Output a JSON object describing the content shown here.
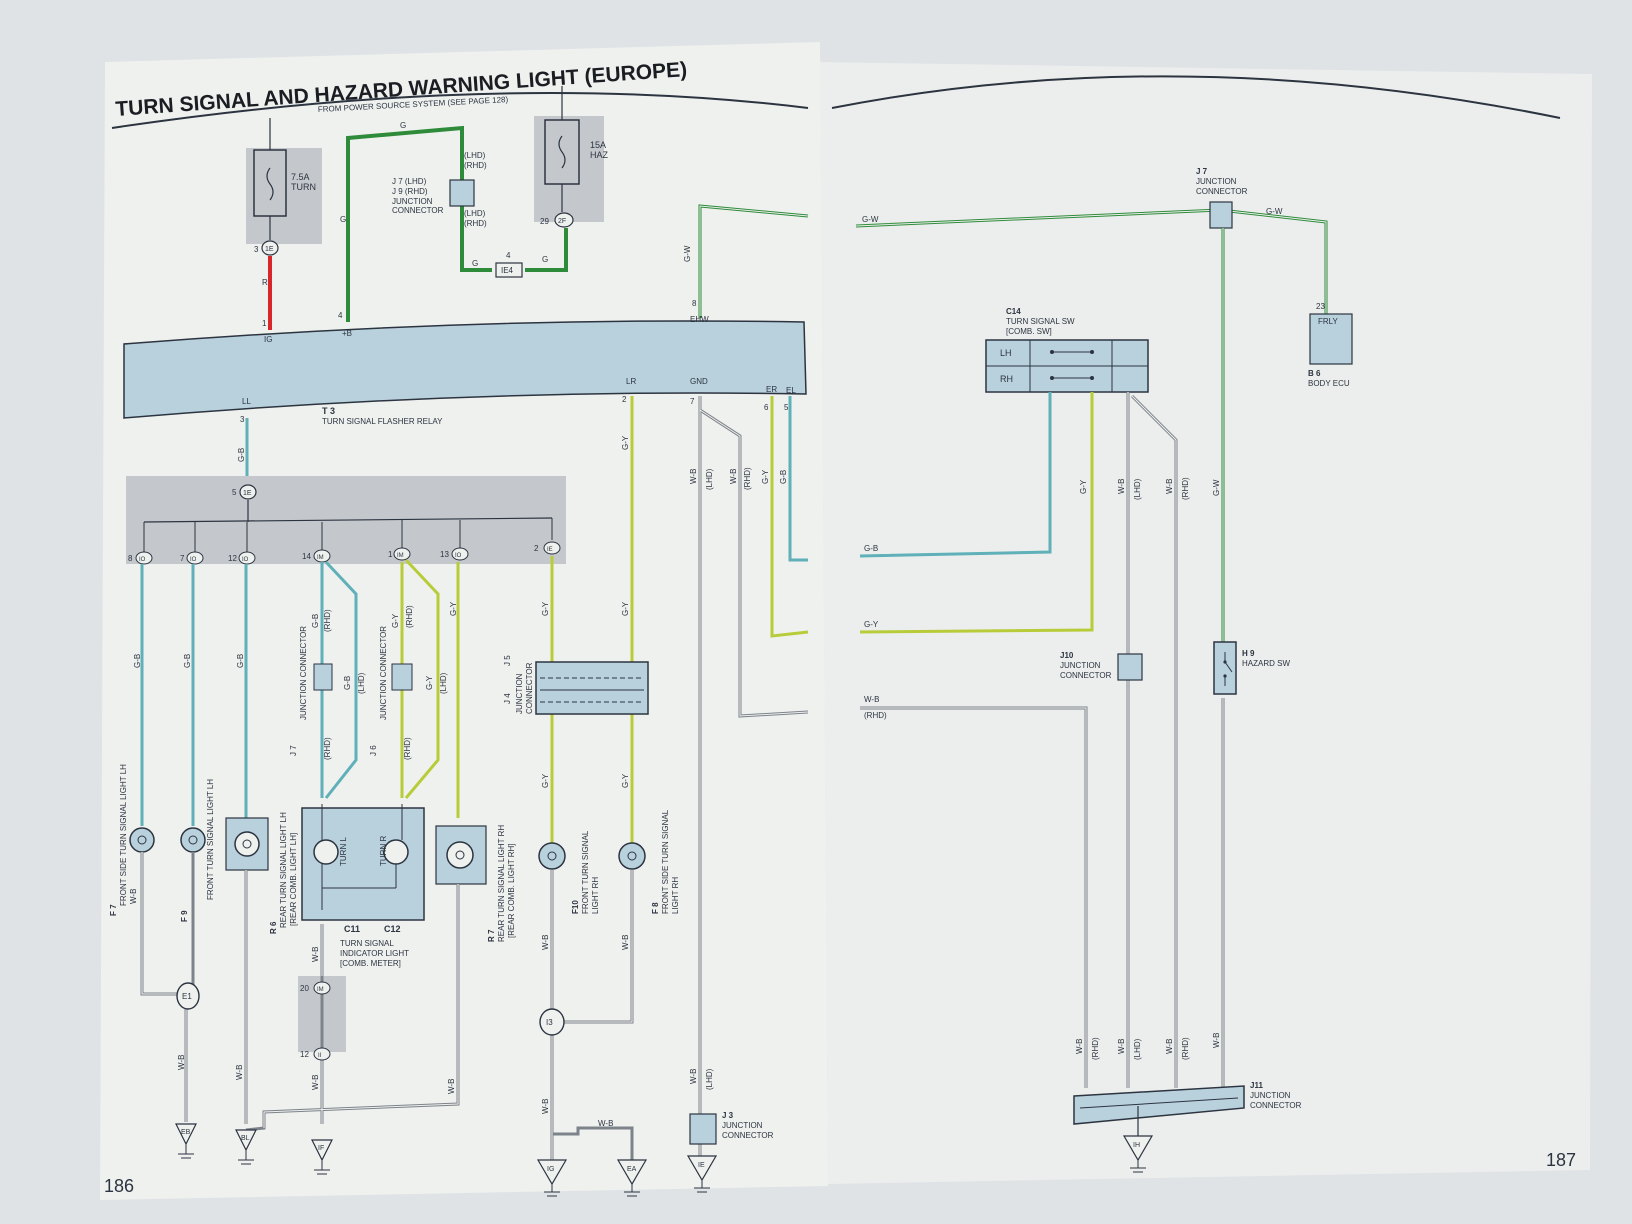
{
  "title": "TURN SIGNAL AND HAZARD WARNING LIGHT (EUROPE)",
  "subtitle": "FROM POWER SOURCE SYSTEM (SEE PAGE 128)",
  "page_left": "186",
  "page_right": "187",
  "colors": {
    "green": "#2e8b3a",
    "green_yellow": "#b8cc3a",
    "green_blue": "#5fb0b8",
    "red": "#d8262a",
    "component_fill": "#b9d1dd",
    "shade": "#c4c8cc"
  },
  "fuses": {
    "turn": {
      "name": "7.5A",
      "sub": "TURN",
      "pin": "3",
      "conn": "1E"
    },
    "haz": {
      "name": "15A",
      "sub": "HAZ",
      "pin": "29",
      "conn": "2F"
    }
  },
  "relay": {
    "code": "T 3",
    "name": "TURN SIGNAL FLASHER RELAY",
    "terminals": [
      "IG",
      "+B",
      "EHW",
      "LL",
      "LR",
      "GND",
      "ER",
      "EL"
    ],
    "pins": [
      "1",
      "4",
      "8",
      "3",
      "2",
      "7",
      "6",
      "5"
    ]
  },
  "junction_j7j9": {
    "line1": "J 7 (LHD)",
    "line2": "J 9 (RHD)",
    "line3": "JUNCTION",
    "line4": "CONNECTOR",
    "d_lhd": "(LHD)",
    "c_rhd": "(RHD)"
  },
  "ie4": {
    "label": "IE4",
    "pin": "4"
  },
  "wires": {
    "r": "R",
    "g": "G",
    "gw": "G-W",
    "gb": "G-B",
    "gy": "G-Y",
    "wb": "W-B",
    "lhd": "(LHD)",
    "rhd": "(RHD)"
  },
  "junction_conn": {
    "pin": "5",
    "conn": "1E"
  },
  "connectors_row": [
    {
      "pin": "8",
      "conn": "IO"
    },
    {
      "pin": "7",
      "conn": "IO"
    },
    {
      "pin": "12",
      "conn": "IO"
    },
    {
      "pin": "14",
      "conn": "IM"
    },
    {
      "pin": "1",
      "conn": "IM"
    },
    {
      "pin": "13",
      "conn": "IO"
    },
    {
      "pin": "2",
      "conn": "IE"
    }
  ],
  "components": {
    "f7": {
      "code": "F 7",
      "name": "FRONT SIDE TURN SIGNAL LIGHT LH"
    },
    "f9": {
      "code": "F 9",
      "name": "FRONT TURN SIGNAL LIGHT LH"
    },
    "r6": {
      "code": "R 6",
      "name": "REAR TURN SIGNAL LIGHT LH",
      "sub": "[REAR COMB. LIGHT LH]"
    },
    "c11": {
      "code": "C11",
      "code2": "C12",
      "name": "TURN SIGNAL",
      "name2": "INDICATOR LIGHT",
      "sub": "[COMB. METER]",
      "turn_l": "TURN L",
      "turn_r": "TURN R"
    },
    "j7": {
      "code": "J 7",
      "name": "JUNCTION CONNECTOR"
    },
    "j6": {
      "code": "J 6",
      "name": "JUNCTION CONNECTOR"
    },
    "r7": {
      "code": "R 7",
      "name": "REAR TURN SIGNAL LIGHT RH",
      "sub": "[REAR COMB. LIGHT RH]"
    },
    "j4j5": {
      "code": "J 4",
      "code2": "J 5",
      "name": "JUNCTION",
      "name2": "CONNECTOR"
    },
    "f10": {
      "code": "F10",
      "name": "FRONT TURN SIGNAL",
      "name2": "LIGHT RH"
    },
    "f8": {
      "code": "F 8",
      "name": "FRONT SIDE TURN SIGNAL",
      "name2": "LIGHT RH"
    },
    "j3": {
      "code": "J 3",
      "name": "JUNCTION",
      "name2": "CONNECTOR"
    },
    "c14": {
      "code": "C14",
      "name": "TURN SIGNAL SW",
      "sub": "[COMB. SW]",
      "lh": "LH",
      "rh": "RH"
    },
    "b6": {
      "code": "B 6",
      "name": "BODY ECU",
      "pin": "23",
      "box": "FRLY"
    },
    "j7r": {
      "code": "J 7",
      "name": "JUNCTION",
      "name2": "CONNECTOR"
    },
    "j10": {
      "code": "J10",
      "name": "JUNCTION",
      "name2": "CONNECTOR"
    },
    "h9": {
      "code": "H 9",
      "name": "HAZARD SW"
    },
    "j11": {
      "code": "J11",
      "name": "JUNCTION",
      "name2": "CONNECTOR"
    }
  },
  "splices": {
    "e1": "E1",
    "i3": "I3"
  },
  "midconn": {
    "im": {
      "pin": "20",
      "conn": "IM"
    },
    "ii": {
      "pin": "12",
      "conn": "II"
    }
  },
  "grounds": [
    "EB",
    "BL",
    "IF",
    "IG",
    "EA",
    "IE",
    "IH"
  ]
}
